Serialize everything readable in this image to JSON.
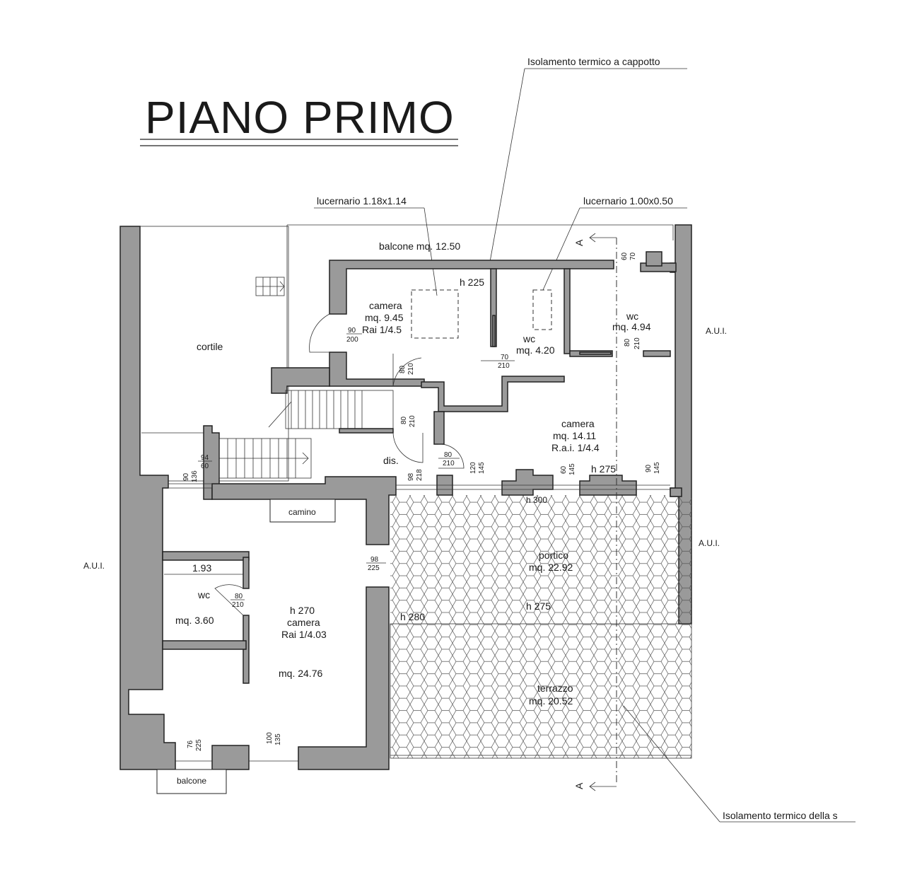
{
  "title": "PIANO PRIMO",
  "annotations": {
    "insulation_top": "Isolamento termico a cappotto",
    "insulation_bottom": "Isolamento termico della s",
    "skylight_1": "lucernario 1.18x1.14",
    "skylight_2": "lucernario 1.00x0.50",
    "aui_right_top": "A.U.I.",
    "aui_right_mid": "A.U.I.",
    "aui_left": "A.U.I.",
    "section_top": "A",
    "section_bottom": "A"
  },
  "rooms": {
    "balcone_top": "balcone  mq. 12.50",
    "cortile": "cortile",
    "camera1_name": "camera",
    "camera1_area": "mq. 9.45",
    "camera1_rai": "Rai 1/4.5",
    "wc1_name": "wc",
    "wc1_area": "mq. 4.20",
    "wc2_name": "wc",
    "wc2_area": "mq. 4.94",
    "camera2_name": "camera",
    "camera2_area": "mq. 14.11",
    "camera2_rai": "R.a.i. 1/4.4",
    "dis": "dis.",
    "camino": "camino",
    "wc3_name": "wc",
    "wc3_area": "mq. 3.60",
    "camera3_h": "h 270",
    "camera3_name": "camera",
    "camera3_rai": "Rai 1/4.03",
    "camera3_area": "mq. 24.76",
    "portico_name": "portico",
    "portico_area": "mq. 22.92",
    "terrazzo_name": "terrazzo",
    "terrazzo_area": "mq. 20.52",
    "balcone_bottom": "balcone"
  },
  "heights": {
    "h225": "h 225",
    "h275_top": "h 275",
    "h300": "h 300",
    "h275_portico": "h 275",
    "h280": "h 280"
  },
  "dimensions": {
    "d_1_93": "1.93",
    "d_90": "90",
    "d_200": "200",
    "d_70": "70",
    "d_210a": "210",
    "d_80a": "80",
    "d_210b": "210",
    "d_80b": "80",
    "d_210c": "210",
    "d_80c": "80",
    "d_210d": "210",
    "d_98": "98",
    "d_218": "218",
    "d_120": "120",
    "d_145a": "145",
    "d_60a": "60",
    "d_145b": "145",
    "d_90b": "90",
    "d_145c": "145",
    "d_60b": "60",
    "d_70b": "70",
    "d_80d": "80",
    "d_210e": "210",
    "d_94": "94",
    "d_60c": "60",
    "d_90c": "90",
    "d_136": "136",
    "d_98b": "98",
    "d_225": "225",
    "d_80e": "80",
    "d_210f": "210",
    "d_76": "76",
    "d_225b": "225",
    "d_100": "100",
    "d_135": "135"
  }
}
